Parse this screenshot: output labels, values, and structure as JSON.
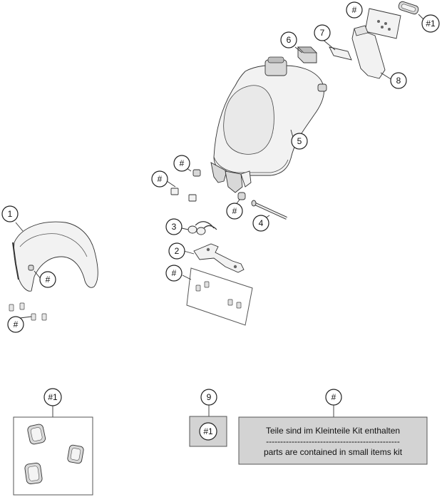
{
  "callouts": {
    "c1": "1",
    "c2": "2",
    "c3": "3",
    "c4": "4",
    "c5": "5",
    "c6": "6",
    "c7": "7",
    "c8": "8",
    "c9": "9",
    "hash": "#",
    "kit": "#1"
  },
  "note": {
    "line_de": "Teile sind im Kleinteile Kit enthalten",
    "separator": "-----------------------------------------------",
    "line_en": "parts are contained in small items kit"
  }
}
